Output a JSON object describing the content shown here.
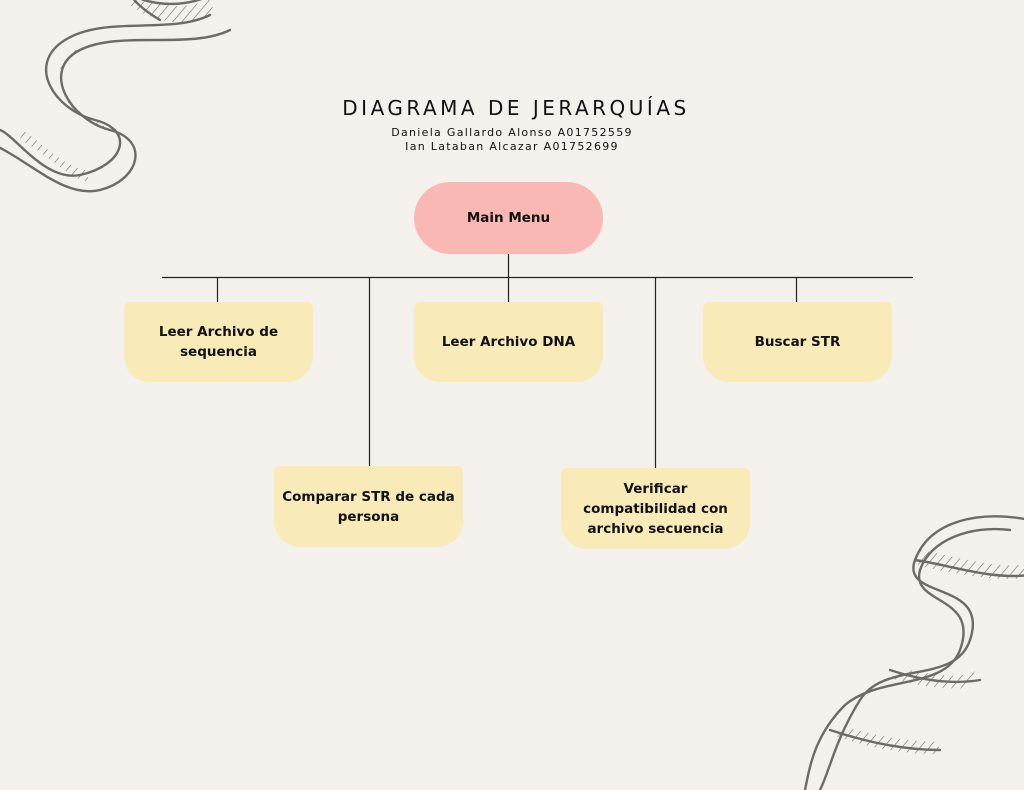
{
  "title": "DIAGRAMA DE JERARQUÍAS",
  "authors": [
    "Daniela Gallardo Alonso A01752559",
    "Ian Lataban Alcazar A01752699"
  ],
  "root": {
    "label": "Main Menu",
    "color": "#f9b8b3"
  },
  "children": [
    {
      "label": "Leer Archivo de sequencia"
    },
    {
      "label": "Leer Archivo DNA"
    },
    {
      "label": "Buscar STR"
    },
    {
      "label": "Comparar STR de cada persona"
    },
    {
      "label": "Verificar compatibilidad con archivo secuencia"
    }
  ],
  "colors": {
    "background": "#f4f0eb",
    "child_fill": "#f8ebb7",
    "connector": "#222222",
    "dna_stroke": "#6f6a66"
  }
}
